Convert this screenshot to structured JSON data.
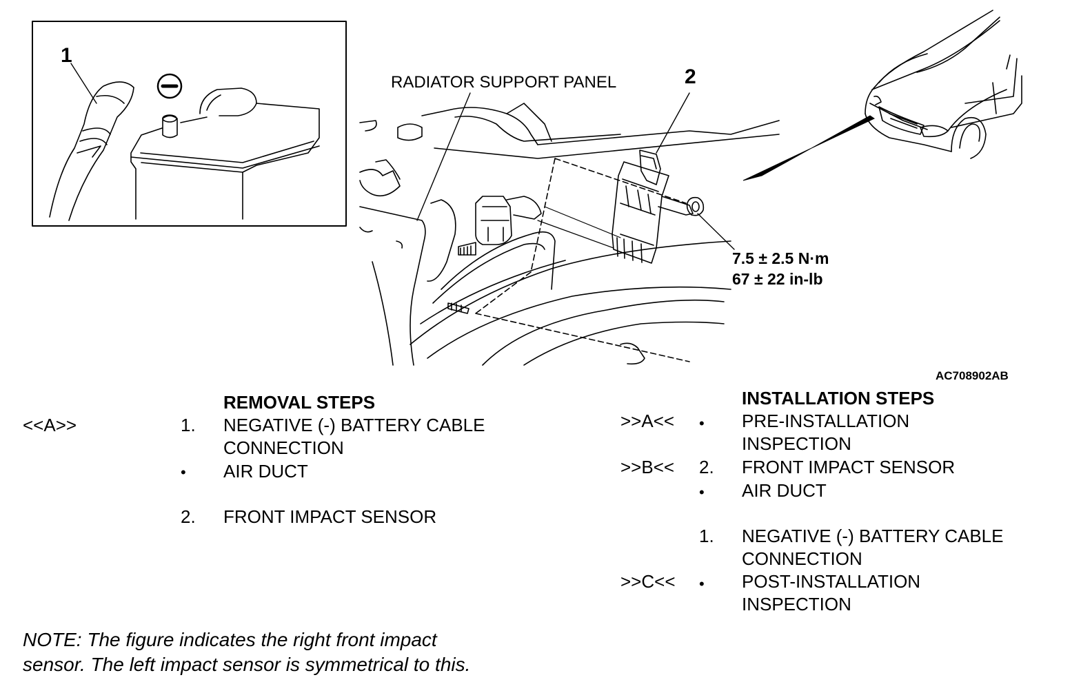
{
  "figure": {
    "callout_1": "1",
    "callout_2": "2",
    "negative_symbol": "minus-circle-icon",
    "radiator_label": "RADIATOR SUPPORT PANEL",
    "torque_nm": "7.5 ± 2.5 N·m",
    "torque_inlb": "67 ± 22 in-lb",
    "figure_code": "AC708902AB"
  },
  "removal": {
    "heading": "REMOVAL STEPS",
    "steps": [
      {
        "ref": "<<A>>",
        "num": "1.",
        "lines": [
          "NEGATIVE (-) BATTERY CABLE",
          "CONNECTION"
        ]
      },
      {
        "ref": "",
        "num": "•",
        "lines": [
          "AIR DUCT"
        ]
      },
      {
        "ref": "",
        "num": "2.",
        "lines": [
          "FRONT IMPACT SENSOR"
        ]
      }
    ]
  },
  "installation": {
    "heading": "INSTALLATION STEPS",
    "steps": [
      {
        "ref": ">>A<<",
        "num": "•",
        "lines": [
          "PRE-INSTALLATION",
          "INSPECTION"
        ]
      },
      {
        "ref": ">>B<<",
        "num": "2.",
        "lines": [
          "FRONT IMPACT SENSOR"
        ]
      },
      {
        "ref": "",
        "num": "•",
        "lines": [
          "AIR DUCT"
        ]
      },
      {
        "ref": "",
        "num": "1.",
        "lines": [
          "NEGATIVE (-) BATTERY CABLE",
          "CONNECTION"
        ]
      },
      {
        "ref": ">>C<<",
        "num": "•",
        "lines": [
          "POST-INSTALLATION",
          "INSPECTION"
        ]
      }
    ]
  },
  "note": {
    "line1": "NOTE: The figure indicates the right front impact",
    "line2": "sensor. The left impact sensor is symmetrical to this."
  }
}
